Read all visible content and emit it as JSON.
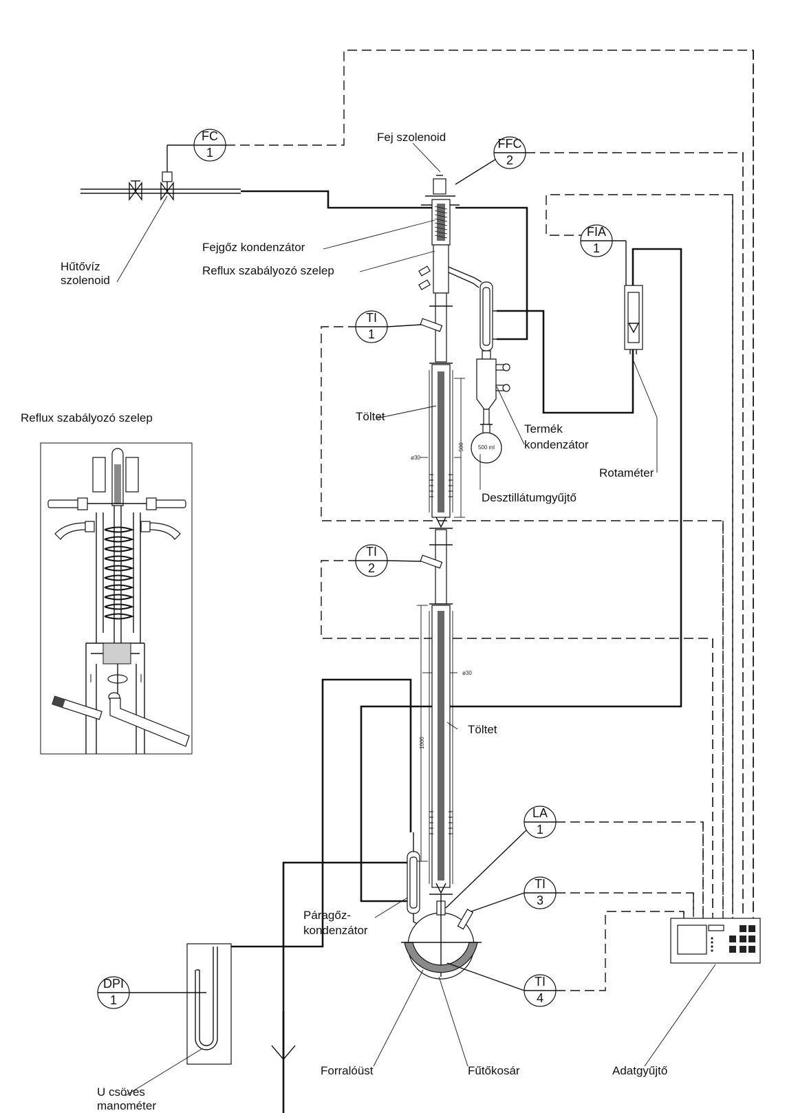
{
  "labels": {
    "hutoviz_line1": "Hűtővíz",
    "hutoviz_line2": "szolenoid",
    "fej_szolenoid": "Fej szolenoid",
    "fejgoz_kondenzator": "Fejgőz kondenzátor",
    "reflux_szelep": "Reflux szabályozó szelep",
    "toltet_upper": "Töltet",
    "toltet_lower": "Töltet",
    "termek_line1": "Termék",
    "termek_line2": "kondenzátor",
    "desztillatumgyujto": "Desztillátumgyűjtő",
    "rotameter": "Rotaméter",
    "paragoz_line1": "Páragőz-",
    "paragoz_line2": "kondenzátor",
    "forraloust": "Forralóüst",
    "futokosar": "Fűtőkosár",
    "adatgyujto": "Adatgyűjtő",
    "u_csoves_line1": "U csöves",
    "u_csoves_line2": "manométer",
    "inset_title": "Reflux szabályozó szelep"
  },
  "instruments": [
    {
      "top": "FC",
      "bottom": "1"
    },
    {
      "top": "FFC",
      "bottom": "2"
    },
    {
      "top": "FIA",
      "bottom": "1"
    },
    {
      "top": "TI",
      "bottom": "1"
    },
    {
      "top": "TI",
      "bottom": "2"
    },
    {
      "top": "LA",
      "bottom": "1"
    },
    {
      "top": "TI",
      "bottom": "3"
    },
    {
      "top": "TI",
      "bottom": "4"
    },
    {
      "top": "DPI",
      "bottom": "1"
    }
  ],
  "dimensions": {
    "upper_length": "500",
    "upper_diameter": "ø30",
    "lower_length": "1000",
    "lower_diameter": "ø30",
    "flask_volume": "500 ml"
  }
}
